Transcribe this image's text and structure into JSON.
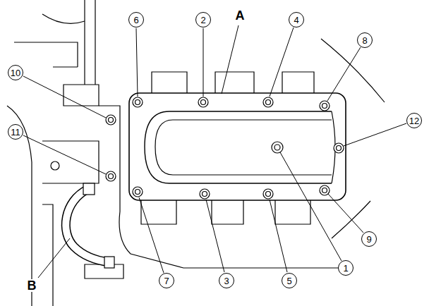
{
  "diagram": {
    "nodes": [
      {
        "text": [
          "6"
        ]
      },
      {
        "text": [
          "2"
        ]
      },
      {
        "text": [
          "4"
        ]
      },
      {
        "text": [
          "8"
        ]
      },
      {
        "text": [
          "10"
        ]
      },
      {
        "text": [
          "12"
        ]
      },
      {
        "text": [
          "11"
        ]
      },
      {
        "text": [
          "9"
        ]
      },
      {
        "text": [
          "1"
        ]
      },
      {
        "text": [
          "7"
        ]
      },
      {
        "text": [
          "3"
        ]
      },
      {
        "text": [
          "5"
        ]
      }
    ],
    "labels": [
      "A",
      "B"
    ]
  }
}
